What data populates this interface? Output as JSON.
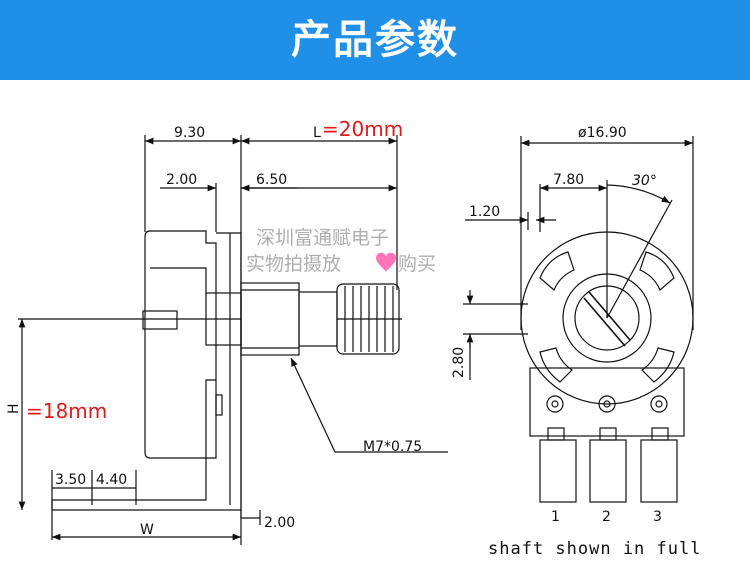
{
  "header": {
    "title": "产品参数"
  },
  "side_view": {
    "dim_9_30": "9.30",
    "dim_L": "L",
    "dim_L_value": "=20mm",
    "dim_2_00_top": "2.00",
    "dim_6_50": "6.50",
    "dim_H": "H",
    "dim_H_value": "=18mm",
    "dim_3_50": "3.50",
    "dim_4_40": "4.40",
    "dim_W": "W",
    "dim_2_00_bottom": "2.00",
    "thread_label": "M7*0.75"
  },
  "front_view": {
    "diameter": "ø16.90",
    "dim_7_80": "7.80",
    "angle": "30°",
    "dim_1_20": "1.20",
    "dim_2_80": "2.80",
    "pin_1": "1",
    "pin_2": "2",
    "pin_3": "3",
    "note": "shaft shown in full"
  },
  "watermark": {
    "line1": "深圳富通赋电子",
    "line2a": "实物拍摄放",
    "line2b": "购买",
    "heart_color": "#ff66b2"
  },
  "colors": {
    "banner": "#1f8fe8",
    "highlight": "#e01919"
  }
}
